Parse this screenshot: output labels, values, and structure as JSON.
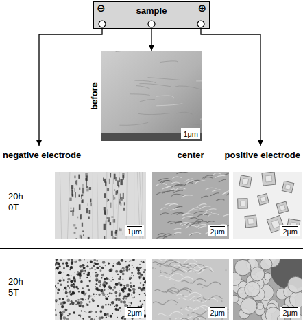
{
  "diagram": {
    "nodes": [
      {
        "text": [
          "⊖",
          "sample",
          "⊕"
        ]
      },
      {
        "text": [
          "before",
          "1μm"
        ]
      },
      {
        "text": [
          "negative electrode"
        ]
      },
      {
        "text": [
          "center"
        ]
      },
      {
        "text": [
          "positive electrode"
        ]
      },
      {
        "text": [
          "1μm"
        ]
      },
      {
        "text": [
          "2μm"
        ]
      },
      {
        "text": [
          "2μm"
        ]
      },
      {
        "text": [
          "2μm"
        ]
      },
      {
        "text": [
          "2μm"
        ]
      },
      {
        "text": [
          "2μm"
        ]
      }
    ],
    "edges": [
      {
        "from": 0,
        "to": 2,
        "arrow": "to"
      },
      {
        "from": 0,
        "to": 1,
        "arrow": "to"
      },
      {
        "from": 0,
        "to": 4,
        "arrow": "to"
      }
    ],
    "labels": [
      "20h 0T",
      "20h 5T"
    ]
  }
}
